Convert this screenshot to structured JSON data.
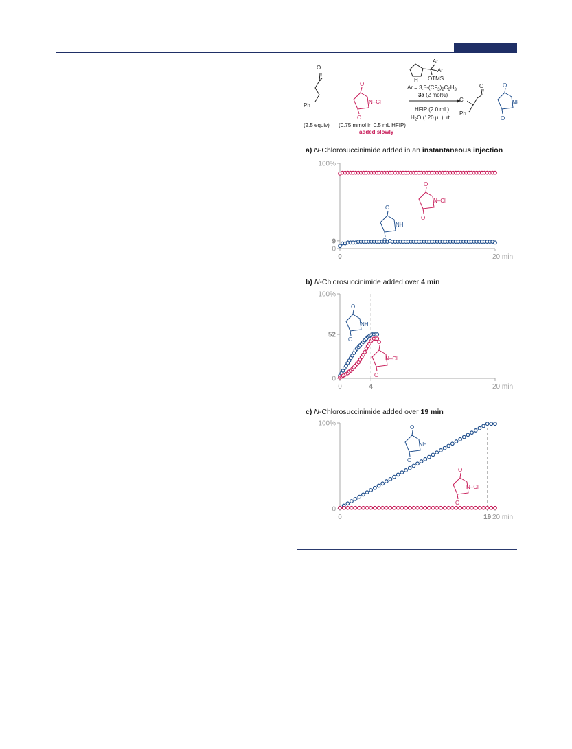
{
  "header_rule_color": "#1f2f66",
  "colors": {
    "blue": "#1f4e8c",
    "pink": "#c81e5a",
    "grey": "#a8a8a8"
  },
  "scheme": {
    "catalyst_ar": "Ar",
    "catalyst_otms": "OTMS",
    "catalyst_h": "H",
    "ar_def": "Ar = 3,5-(CF",
    "ar_def_sub1": "3",
    "ar_def_mid": ")",
    "ar_def_sub2": "2",
    "ar_def_c6": "C",
    "ar_def_sub3": "6",
    "ar_def_h3": "H",
    "ar_def_sub4": "3",
    "cat_label": "3a",
    "cat_loading": " (2 mol%)",
    "conditions1": "HFIP (2.0 mL)",
    "conditions2": "H",
    "conditions2_sub": "2",
    "conditions2_rest": "O (120 µL), rt",
    "aldehyde_equiv": "(2.5 equiv)",
    "ncs_amount": "(0.75 mmol in 0.5 mL HFIP)",
    "ncs_added": "added slowly",
    "ph": "Ph",
    "o": "O",
    "ncl": "N–Cl",
    "nh": "NH",
    "cl": "Cl"
  },
  "panels": [
    {
      "id": "a",
      "title_parts": [
        "a) ",
        "N",
        "-Chlorosuccinimide added in an ",
        "instantaneous injection"
      ]
    },
    {
      "id": "b",
      "title_parts": [
        "b) ",
        "N",
        "-Chlorosuccinimide added over ",
        "4 min"
      ]
    },
    {
      "id": "c",
      "title_parts": [
        "c) ",
        "N",
        "-Chlorosuccinimide added over ",
        "19 min"
      ]
    }
  ],
  "chart_data": [
    {
      "type": "scatter",
      "title": "a) N-Chlorosuccinimide added in an instantaneous injection",
      "xlim": [
        0,
        20
      ],
      "ylim": [
        0,
        100
      ],
      "x_ticks": [
        "0",
        "20 min"
      ],
      "y_ticks": [
        "0",
        "9",
        "100%"
      ],
      "series": [
        {
          "name": "N-Cl",
          "color": "#c81e5a",
          "x_start": 0,
          "x_end": 20,
          "points": 60,
          "values": [
            88,
            89,
            89
          ]
        },
        {
          "name": "NH",
          "color": "#1f4e8c",
          "x_start": 0,
          "x_end": 20,
          "points": 60,
          "values": [
            3,
            6,
            6,
            7,
            7,
            7,
            7,
            8,
            8,
            8,
            8,
            8,
            8,
            8,
            8,
            8,
            8,
            8,
            8,
            9,
            8,
            8,
            8,
            8,
            8,
            8,
            8,
            8,
            8,
            8,
            8,
            8,
            8,
            8,
            8,
            8,
            8,
            8,
            8,
            8,
            8,
            8,
            8,
            8,
            8,
            8,
            8,
            8,
            8,
            8,
            8,
            8,
            8,
            8,
            8,
            8,
            8,
            8,
            8,
            7
          ]
        }
      ]
    },
    {
      "type": "scatter",
      "title": "b) N-Chlorosuccinimide added over 4 min",
      "xlim": [
        0,
        20
      ],
      "ylim": [
        0,
        100
      ],
      "x_ticks": [
        "0",
        "4",
        "20 min"
      ],
      "y_ticks": [
        "0",
        "52",
        "100%"
      ],
      "vline_x": 4,
      "series": [
        {
          "name": "NH",
          "color": "#1f4e8c",
          "x": [
            0,
            0.2,
            0.4,
            0.6,
            0.8,
            1.0,
            1.2,
            1.4,
            1.6,
            1.8,
            2.0,
            2.2,
            2.4,
            2.6,
            2.8,
            3.0,
            3.2,
            3.4,
            3.6,
            3.8,
            4.0,
            4.2,
            4.4,
            4.6,
            4.8
          ],
          "y": [
            3,
            6,
            9,
            12,
            15,
            18,
            21,
            24,
            27,
            30,
            33,
            35,
            37,
            39,
            41,
            43,
            45,
            47,
            49,
            50,
            51,
            52,
            52,
            52,
            52
          ]
        },
        {
          "name": "N-Cl",
          "color": "#c81e5a",
          "x": [
            0,
            0.2,
            0.4,
            0.6,
            0.8,
            1.0,
            1.2,
            1.4,
            1.6,
            1.8,
            2.0,
            2.2,
            2.4,
            2.6,
            2.8,
            3.0,
            3.2,
            3.4,
            3.6,
            3.8,
            4.0,
            4.2,
            4.4,
            4.6,
            4.8
          ],
          "y": [
            1,
            2,
            3,
            4,
            5,
            6,
            8,
            9,
            11,
            13,
            15,
            17,
            19,
            22,
            25,
            28,
            31,
            35,
            38,
            41,
            44,
            46,
            47,
            47,
            47
          ]
        }
      ]
    },
    {
      "type": "scatter",
      "title": "c) N-Chlorosuccinimide added over 19 min",
      "xlim": [
        0,
        20
      ],
      "ylim": [
        0,
        100
      ],
      "x_ticks": [
        "0",
        "19",
        "20 min"
      ],
      "y_ticks": [
        "0",
        "100%"
      ],
      "vline_x": 19,
      "series": [
        {
          "name": "NH",
          "color": "#1f4e8c",
          "x_start": 0,
          "x_end": 20,
          "points": 41,
          "y_start": 1,
          "y_end": 99,
          "plateau_after": 19
        },
        {
          "name": "N-Cl",
          "color": "#c81e5a",
          "x_start": 0,
          "x_end": 20,
          "points": 41,
          "constant": 1
        }
      ]
    }
  ]
}
